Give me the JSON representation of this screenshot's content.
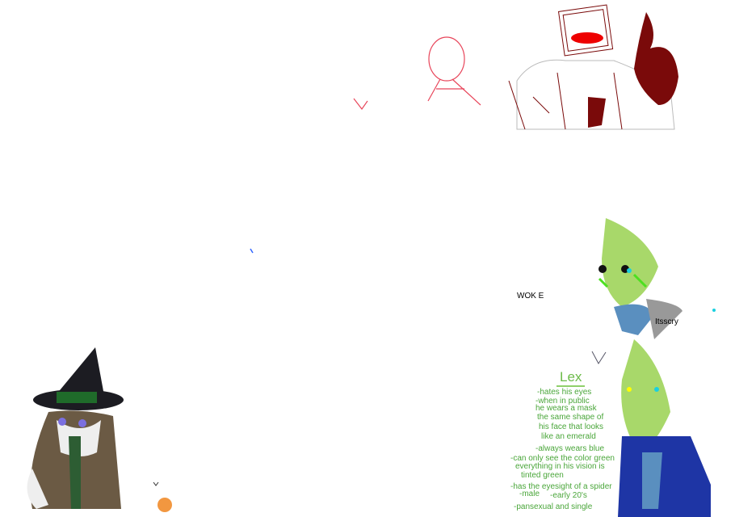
{
  "canvas": {
    "labels": {
      "woke": "WOK E",
      "itsscry": "Itsscry"
    },
    "lex": {
      "title": "Lex",
      "notes": [
        "-hates his eyes",
        "-when in public",
        "he wears a mask",
        "the same shape of",
        "his face that looks",
        "like an emerald",
        "-always wears blue",
        "-can only see the color green",
        "everything in his vision is",
        "tinted green",
        "-has the eyesight of a spider",
        "-male",
        "-early 20's",
        "-pansexual and single"
      ]
    },
    "colors": {
      "note": "#4aa63a",
      "lime": "#a8d86a",
      "blue": "#1e35a5",
      "darkred": "#7a0a0a"
    }
  }
}
